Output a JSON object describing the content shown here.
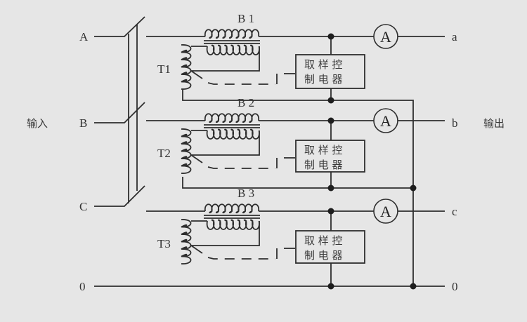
{
  "diagram": {
    "input_label": "输入",
    "output_label": "输出",
    "inputs": [
      "A",
      "B",
      "C",
      "0"
    ],
    "outputs": [
      "a",
      "b",
      "c",
      "0"
    ],
    "phases": [
      {
        "transformer": "B 1",
        "autotransformer": "T1",
        "controller": [
          "取 样 控",
          "制 电 器"
        ],
        "ammeter": "A"
      },
      {
        "transformer": "B 2",
        "autotransformer": "T2",
        "controller": [
          "取 样 控",
          "制 电 器"
        ],
        "ammeter": "A"
      },
      {
        "transformer": "B 3",
        "autotransformer": "T3",
        "controller": [
          "取 样 控",
          "制 电 器"
        ],
        "ammeter": "A"
      }
    ]
  }
}
